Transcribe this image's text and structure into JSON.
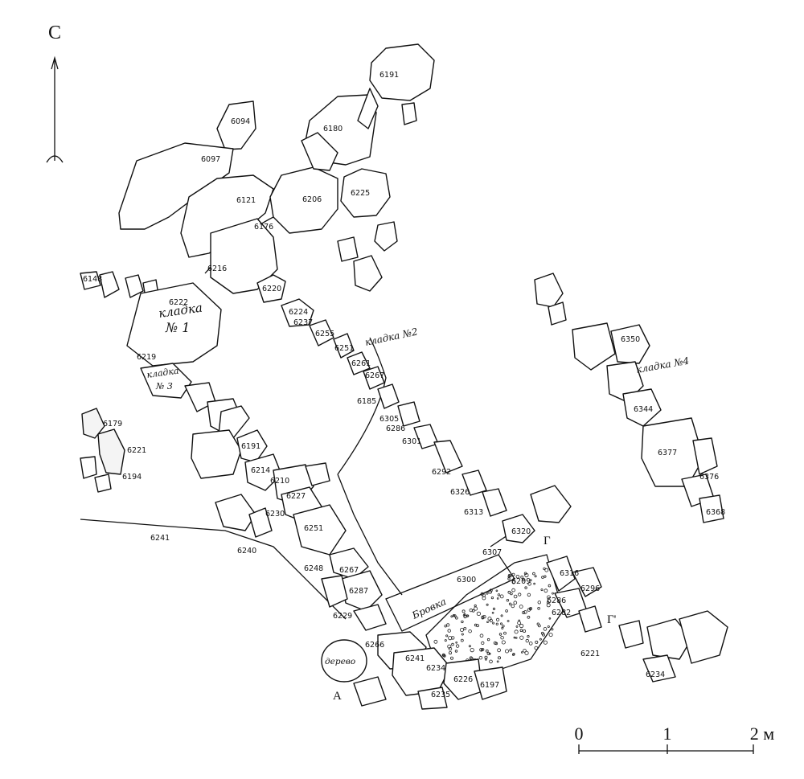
{
  "north": {
    "letter": "С"
  },
  "masonry": {
    "k1_line1": "кладка",
    "k1_line2": "№ 1",
    "k2": "кладка №2",
    "k3_line1": "кладка",
    "k3_line2": "№ 3",
    "k4": "кладка №4"
  },
  "labels": {
    "baulk": "Бровка",
    "tree": "дерево",
    "point_a": "А",
    "point_g": "Г",
    "point_g2": "Г'"
  },
  "scale": {
    "tick0": "0",
    "tick1": "1",
    "tick2": "2 м"
  },
  "stones": [
    "6191",
    "6094",
    "6180",
    "6097",
    "6121",
    "6206",
    "6225",
    "6176",
    "6216",
    "6148",
    "6222",
    "6220",
    "6224",
    "6237",
    "6255",
    "6251",
    "6261",
    "6267",
    "6219",
    "6185",
    "6305",
    "6286",
    "6301",
    "6179",
    "6221",
    "6194",
    "6191",
    "6214",
    "6210",
    "6227",
    "6230",
    "6292",
    "6326",
    "6313",
    "6320",
    "6241",
    "6240",
    "6251",
    "6248",
    "6267",
    "6287",
    "6307",
    "6300",
    "6316",
    "6296",
    "6209",
    "6286",
    "6282",
    "6229",
    "6266",
    "6241",
    "6234",
    "6226",
    "6197",
    "6235",
    "6221",
    "6234",
    "6350",
    "6344",
    "6377",
    "6376",
    "6368"
  ]
}
